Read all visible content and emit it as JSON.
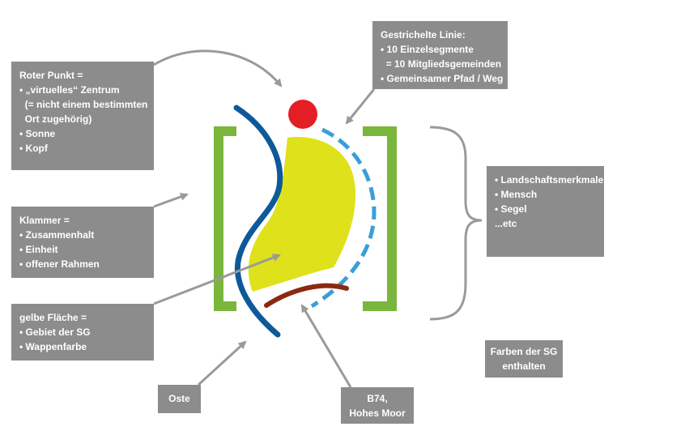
{
  "callouts": {
    "roter_punkt": [
      "Roter Punkt =",
      "• „virtuelles“ Zentrum",
      "  (= nicht einem bestimmten",
      "  Ort zugehörig)",
      "• Sonne",
      "• Kopf"
    ],
    "gestrichelte_linie": [
      "Gestrichelte Linie:",
      "• 10 Einzelsegmente",
      "  = 10 Mitgliedsgemeinden",
      "• Gemeinsamer Pfad / Weg"
    ],
    "klammer": [
      "Klammer =",
      "• Zusammenhalt",
      "• Einheit",
      "• offener Rahmen"
    ],
    "gelbe_flaeche": [
      "gelbe Fläche =",
      "• Gebiet der SG",
      "• Wappenfarbe"
    ],
    "oste": [
      "Oste"
    ],
    "b74": [
      "B74,",
      "Hohes Moor"
    ],
    "landschaft": [
      "• Landschaftsmerkmale",
      "• Mensch",
      "• Segel",
      "",
      "...etc"
    ],
    "farben": [
      "Farben der SG",
      "enthalten"
    ]
  },
  "colors": {
    "box_bg": "#8c8c8c",
    "red_dot": "#e31e24",
    "yellow": "#dfe11a",
    "blue_river": "#0d5a9a",
    "dashed_path": "#3a9fd6",
    "road": "#8b2a10",
    "bracket": "#7ab63c",
    "arrow": "#9a9a9a"
  }
}
